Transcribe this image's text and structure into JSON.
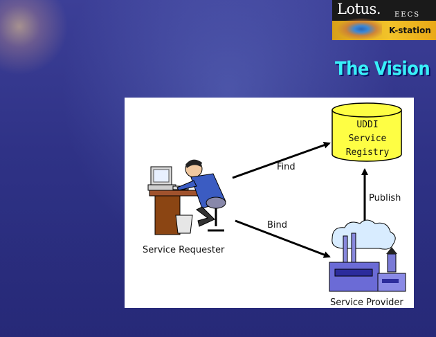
{
  "logo": {
    "brand": "Lotus.",
    "dept": "EECS",
    "product": "K-station"
  },
  "slide": {
    "title": "The Vision"
  },
  "diagram": {
    "registry": {
      "line1": "UDDI",
      "line2": "Service",
      "line3": "Registry"
    },
    "arrows": {
      "find": "Find",
      "bind": "Bind",
      "publish": "Publish"
    },
    "requester": "Service Requester",
    "provider": "Service Provider"
  }
}
